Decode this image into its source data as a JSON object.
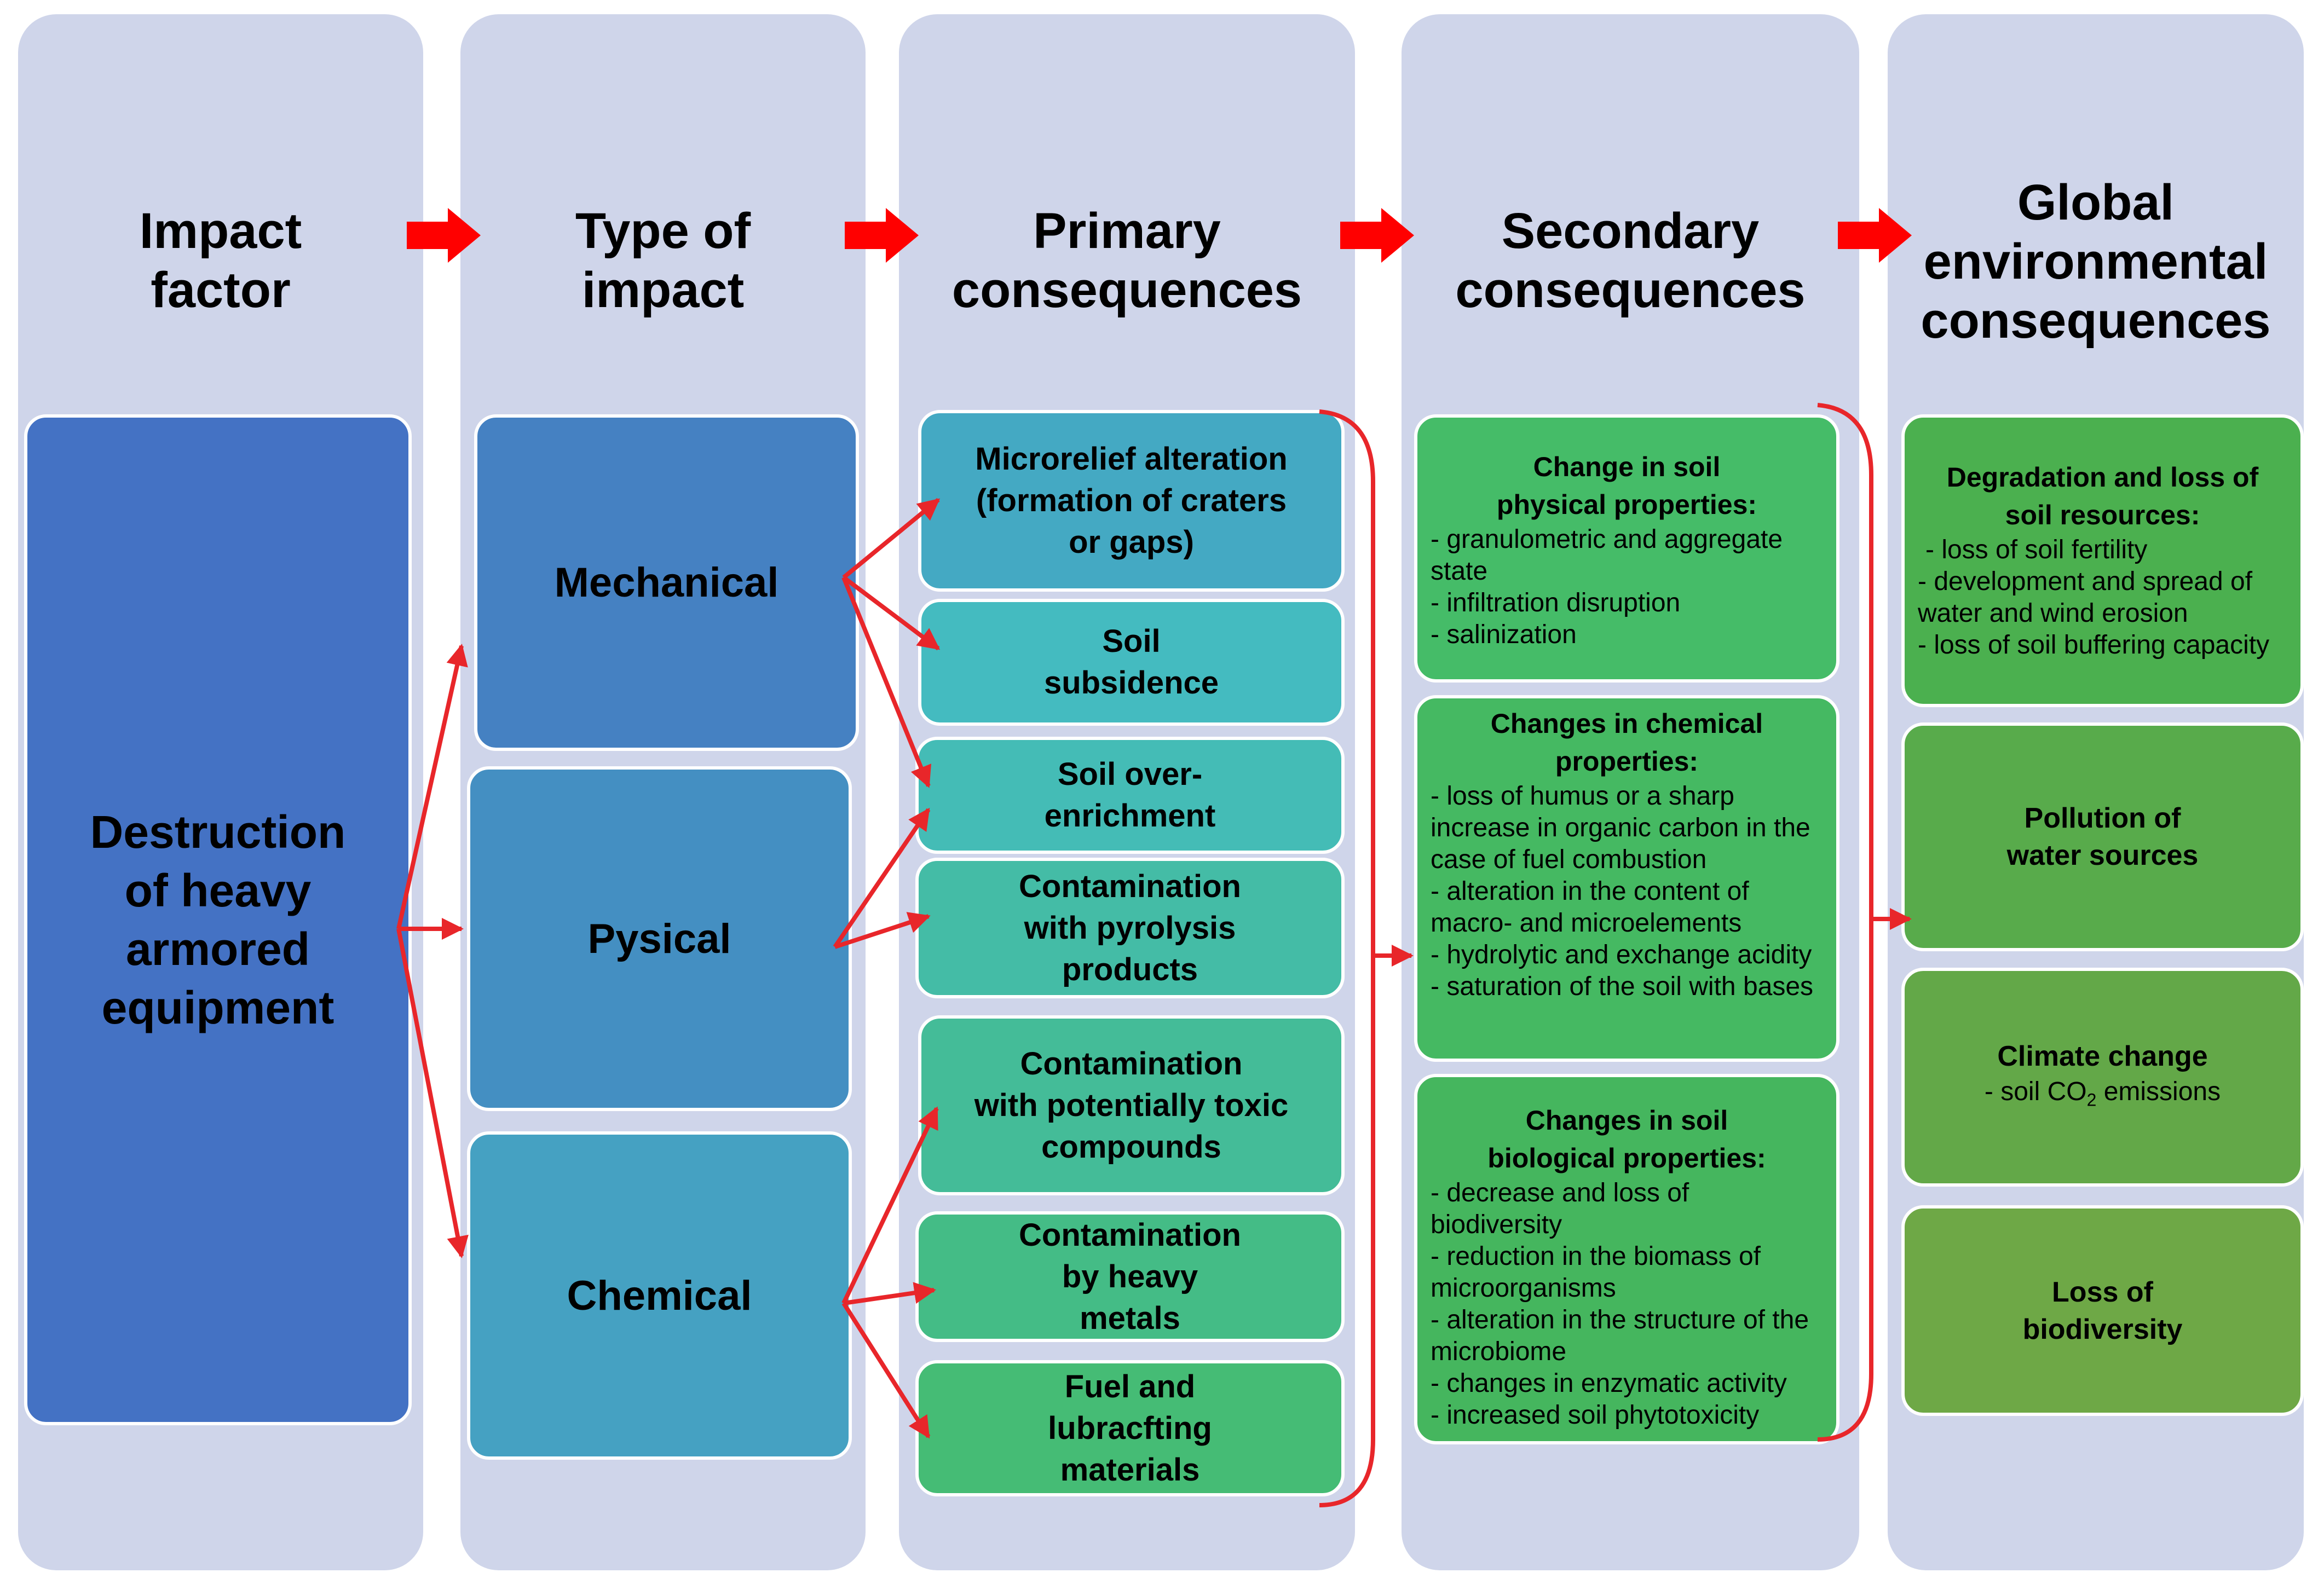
{
  "columns": [
    {
      "title": "Impact\nfactor"
    },
    {
      "title": "Type of\nimpact"
    },
    {
      "title": "Primary\nconsequences"
    },
    {
      "title": "Secondary\nconsequences"
    },
    {
      "title": "Global\nenvironmental\nconsequences"
    }
  ],
  "impact_factor": "Destruction\nof heavy\narmored\nequipment",
  "impact_types": [
    "Mechanical",
    "Pysical",
    "Chemical"
  ],
  "primary": [
    "Microrelief alteration\n(formation of craters\nor gaps)",
    "Soil\nsubsidence",
    "Soil over-\nenrichment",
    "Contamination\nwith pyrolysis\nproducts",
    "Contamination\nwith potentially toxic\ncompounds",
    "Contamination\nby heavy\nmetals",
    "Fuel and\nlubracfting\nmaterials"
  ],
  "secondary": [
    {
      "title": "Change in soil\nphysical properties:",
      "items": [
        "- granulometric and aggregate state",
        "- infiltration disruption",
        "- salinization"
      ]
    },
    {
      "title": "Changes in chemical\nproperties:",
      "items": [
        "- loss of humus or a sharp increase in organic carbon in the case of fuel combustion",
        "- alteration in the content of macro- and microelements",
        "- hydrolytic and exchange acidity",
        "- saturation of the soil with bases"
      ]
    },
    {
      "title": "Changes in soil\nbiological properties:",
      "items": [
        "- decrease and loss of biodiversity",
        "- reduction in the biomass of microorganisms",
        "- alteration in the structure of the microbiome",
        "- changes in enzymatic activity",
        "- increased soil phytotoxicity"
      ]
    }
  ],
  "global": {
    "degradation": {
      "title": "Degradation and loss of\nsoil resources:",
      "items": [
        "- loss of soil fertility",
        "- development and spread of water and wind erosion",
        "- loss of soil buffering capacity"
      ]
    },
    "pollution": "Pollution of\nwater sources",
    "climate": {
      "title": "Climate change",
      "item_pre": "- soil CO",
      "item_sub": "2",
      "item_post": " emissions"
    },
    "biodiversity": "Loss of\nbiodiversity"
  },
  "colors": {
    "column_bg": "#cfd5ea",
    "impact_factor": "#4472c4",
    "mechanical": "#4581c2",
    "physical": "#448fc2",
    "chemical": "#45a1c2",
    "arrow": "#ff0000",
    "connector": "#e8262a"
  }
}
